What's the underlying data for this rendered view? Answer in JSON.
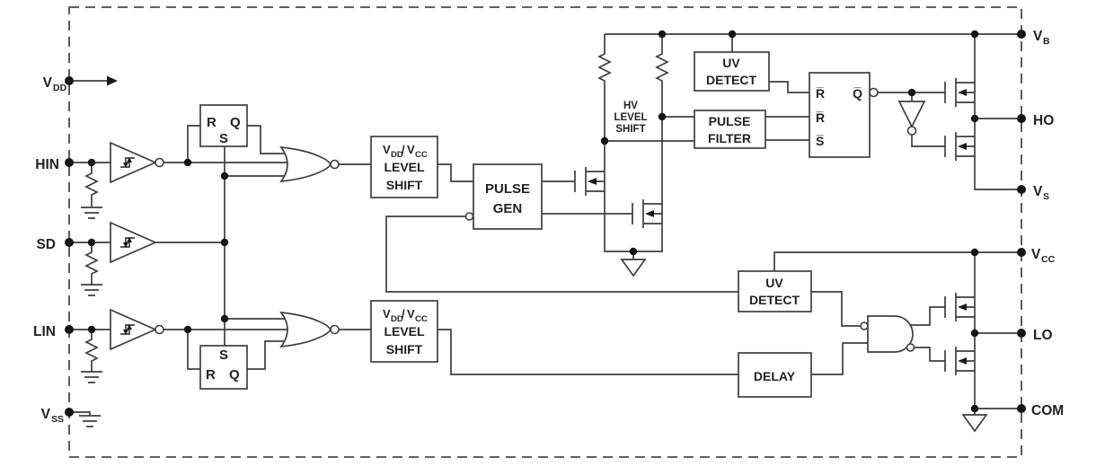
{
  "diagram": {
    "title": "gate driver IC functional block diagram",
    "line_color": "#3f3f3f",
    "background_color": "#ffffff"
  },
  "pins": {
    "vdd": {
      "main": "V",
      "sub": "DD"
    },
    "hin": {
      "label": "HIN"
    },
    "sd": {
      "label": "SD"
    },
    "lin": {
      "label": "LIN"
    },
    "vss": {
      "main": "V",
      "sub": "SS"
    },
    "vb": {
      "main": "V",
      "sub": "B"
    },
    "ho": {
      "label": "HO"
    },
    "vs": {
      "main": "V",
      "sub": "S"
    },
    "vcc": {
      "main": "V",
      "sub": "CC"
    },
    "lo": {
      "label": "LO"
    },
    "com": {
      "label": "COM"
    }
  },
  "blocks": {
    "input_latch_high": {
      "r": "R",
      "s": "S",
      "q": "Q"
    },
    "input_latch_low": {
      "s": "S",
      "r": "R",
      "q": "Q"
    },
    "level_shift": {
      "v1": "V",
      "v1_sub": "DD",
      "slash": "/",
      "v2": "V",
      "v2_sub": "CC",
      "line2": "LEVEL",
      "line3": "SHIFT"
    },
    "pulse_gen": {
      "line1": "PULSE",
      "line2": "GEN"
    },
    "uv_detect_high": {
      "line1": "UV",
      "line2": "DETECT"
    },
    "hv_level_shift": {
      "line1": "HV",
      "line2": "LEVEL",
      "line3": "SHIFT"
    },
    "pulse_filter": {
      "line1": "PULSE",
      "line2": "FILTER"
    },
    "sr_latch_high": {
      "in1": "R̅",
      "in2": "R̅",
      "in3": "S̅",
      "out": "Q̅"
    },
    "uv_detect_low": {
      "line1": "UV",
      "line2": "DETECT"
    },
    "delay": {
      "label": "DELAY"
    }
  }
}
